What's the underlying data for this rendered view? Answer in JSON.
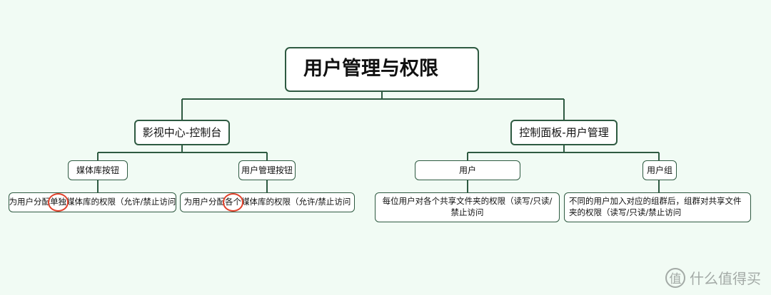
{
  "root": {
    "label": "用户管理与权限"
  },
  "left": {
    "label": "影视中心-控制台",
    "children": [
      {
        "label": "媒体库按钮",
        "leaf_before": "为用户分配",
        "leaf_highlight": "单独",
        "leaf_after": "媒体库的权限（允许/禁止访问"
      },
      {
        "label": "用户管理按钮",
        "leaf_before": "为用户分配",
        "leaf_highlight": "各个",
        "leaf_after": "媒体库的权限（允许/禁止访问"
      }
    ]
  },
  "right": {
    "label": "控制面板-用户管理",
    "children": [
      {
        "label": "用户",
        "leaf": "每位用户对各个共享文件夹的权限（读写/只读/禁止访问"
      },
      {
        "label": "用户组",
        "leaf": "不同的用户加入对应的组群后，组群对共享文件夹的权限（读写/只读/禁止访问"
      }
    ]
  },
  "colors": {
    "background": "#f1fbf4",
    "border": "#2e5a41",
    "highlight_circle": "#e0402a"
  },
  "watermark": {
    "icon": "值",
    "text": "什么值得买"
  }
}
